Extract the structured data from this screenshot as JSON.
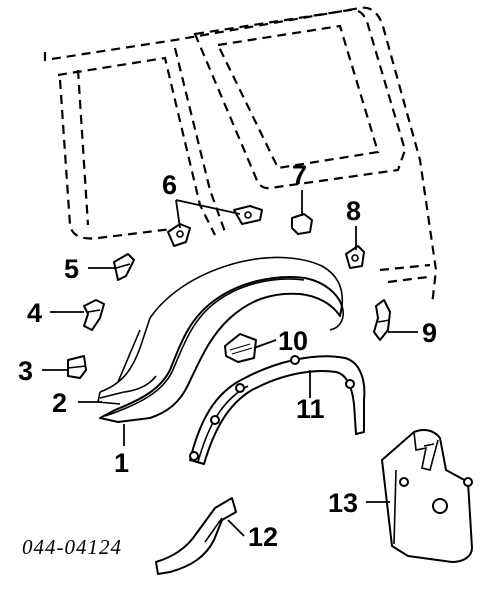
{
  "diagram": {
    "drawing_code": "044-04124",
    "callouts": [
      {
        "id": "1",
        "label": "1"
      },
      {
        "id": "2",
        "label": "2"
      },
      {
        "id": "3",
        "label": "3"
      },
      {
        "id": "4",
        "label": "4"
      },
      {
        "id": "5",
        "label": "5"
      },
      {
        "id": "6",
        "label": "6"
      },
      {
        "id": "7",
        "label": "7"
      },
      {
        "id": "8",
        "label": "8"
      },
      {
        "id": "9",
        "label": "9"
      },
      {
        "id": "10",
        "label": "10"
      },
      {
        "id": "11",
        "label": "11"
      },
      {
        "id": "12",
        "label": "12"
      },
      {
        "id": "13",
        "label": "13"
      }
    ]
  }
}
